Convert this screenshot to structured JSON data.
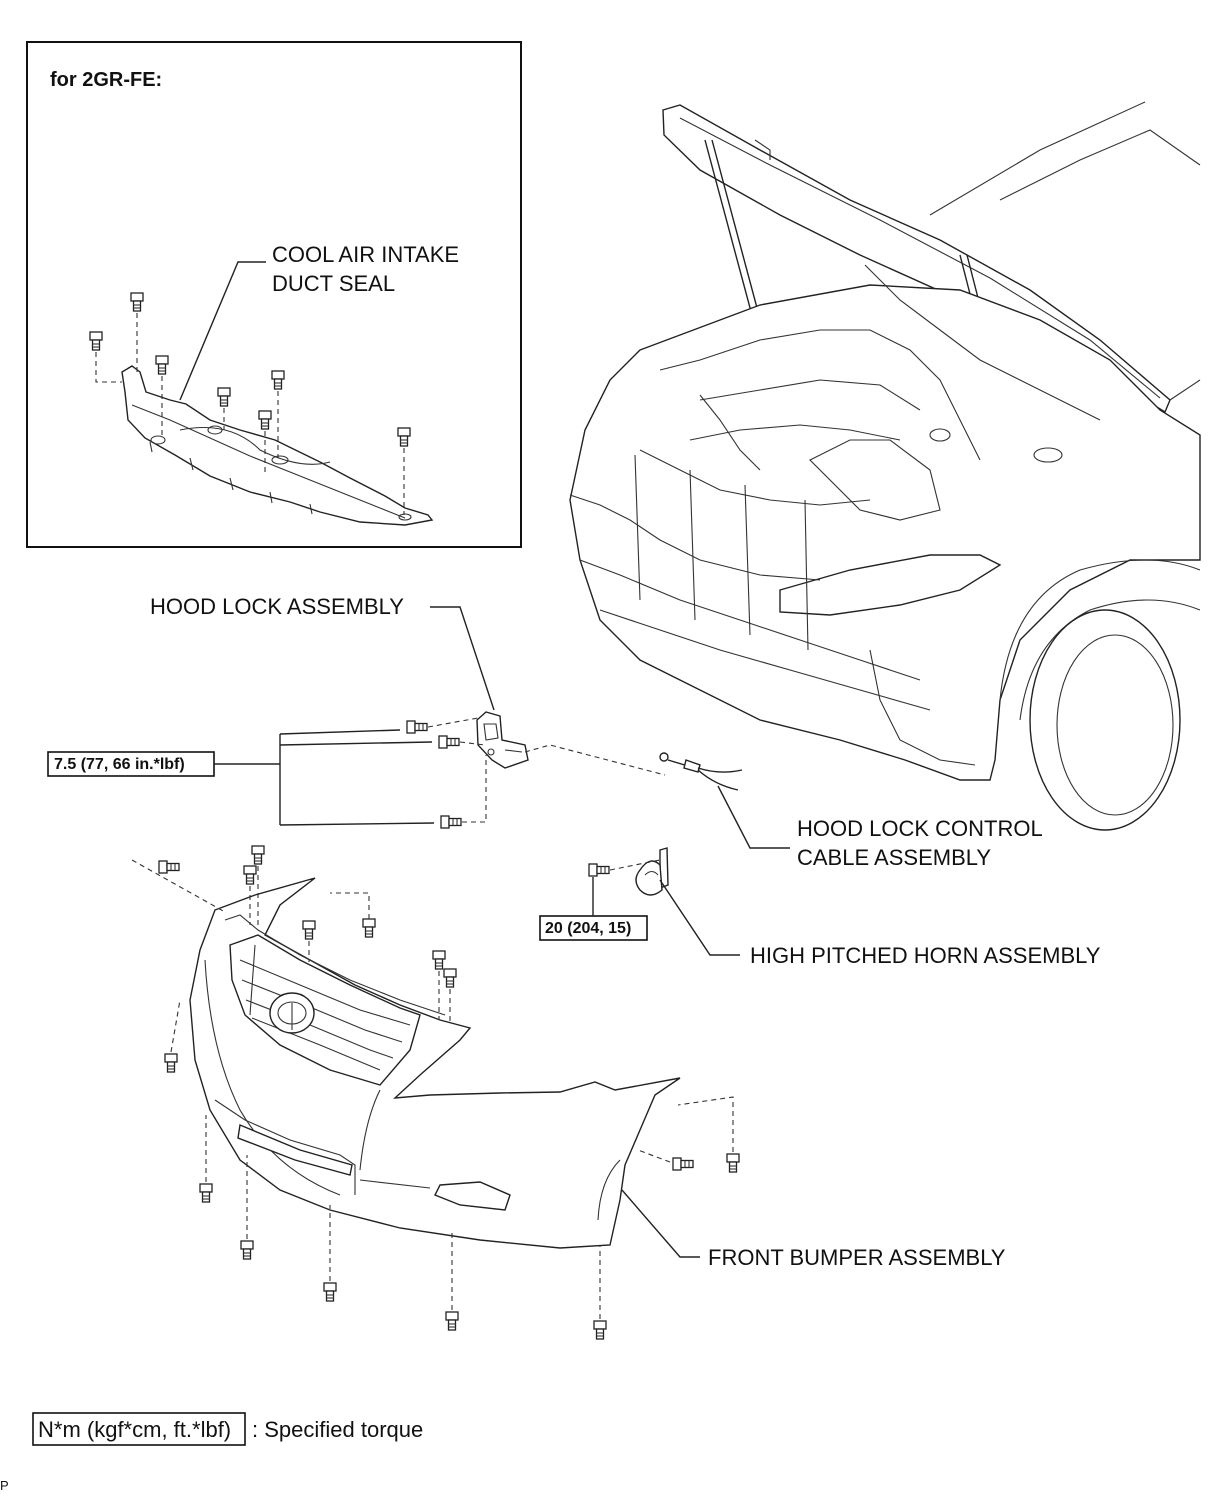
{
  "inset": {
    "title": "for 2GR-FE:",
    "label_line1": "COOL AIR INTAKE",
    "label_line2": "DUCT SEAL"
  },
  "labels": {
    "hood_lock": "HOOD LOCK ASSEMBLY",
    "cable_line1": "HOOD LOCK CONTROL",
    "cable_line2": "CABLE ASSEMBLY",
    "horn": "HIGH PITCHED HORN ASSEMBLY",
    "bumper": "FRONT BUMPER ASSEMBLY"
  },
  "torques": {
    "hood_lock": "7.5 (77, 66 in.*lbf)",
    "horn": "20 (204, 15)"
  },
  "legend": {
    "box": "N*m (kgf*cm, ft.*lbf)",
    "text": ": Specified torque"
  },
  "corner_mark": "P"
}
